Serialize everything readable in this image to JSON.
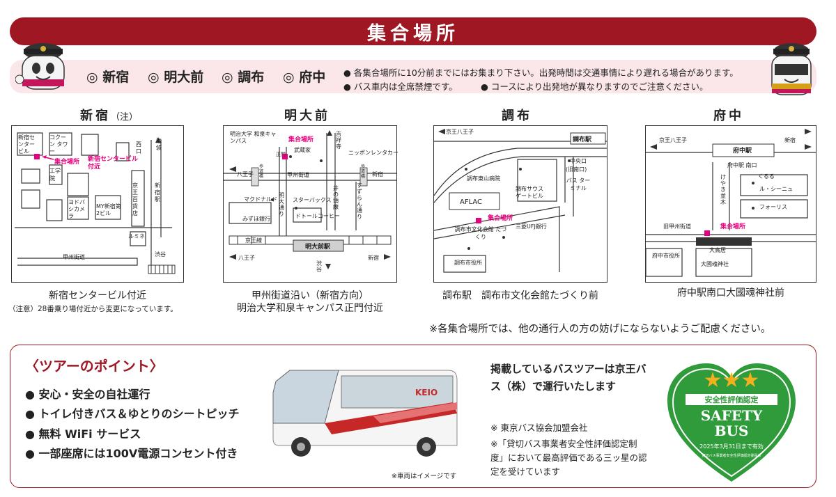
{
  "header": {
    "title": "集合場所"
  },
  "locations": [
    "◎ 新宿",
    "◎ 明大前",
    "◎ 調布",
    "◎ 府中"
  ],
  "notices": [
    "● 各集合場所に10分前までにはお集まり下さい。出発時間は交通事情により遅れる場合があります。",
    "● バス車内は全席禁煙です。",
    "● コースにより出発地が異なりますのでご注意ください。"
  ],
  "maps": {
    "shinjuku": {
      "title": "新宿",
      "title_note": "（注）",
      "labels": {
        "center": "新宿センタービル",
        "cocoon": "コクーン タワー",
        "meeting": "集合場所",
        "meeting_ref": "新宿センタービル付近",
        "kogakuin": "工学院",
        "yodobashi": "ヨドバシカメラ",
        "my": "MY新宿第2ビル",
        "keio_dept": "京王百貨店",
        "nishiguchi": "西口",
        "shinjuku_sta": "新宿駅",
        "lumine": "ルミネ",
        "ikebukuro": "池袋",
        "shibuya": "渋谷",
        "koshu": "甲州街道"
      },
      "caption": "新宿センタービル付近",
      "subcaption": "（注意）28番乗り場付近から変更になっています。"
    },
    "meidaimae": {
      "title": "明大前",
      "labels": {
        "univ": "明治大学 和泉キャンパス",
        "meeting": "集合場所",
        "gate": "正門",
        "bukuya": "武蔵家",
        "kichijoji": "吉祥寺",
        "nippon": "ニッポンレンタカー",
        "hachioji": "八王子",
        "hodokyo": "歩道橋",
        "koshu": "甲州街道",
        "mac": "マクドナルド",
        "meidai_dori": "明大通り",
        "starbucks": "スターバックス",
        "inokashira": "井の頭線",
        "suzuran": "すずらん通り",
        "mizuho": "みずほ銀行",
        "doutor": "ドトールコーヒー",
        "keio_line": "京王線",
        "station": "明大前駅",
        "shibuya": "渋谷",
        "shinjuku": "新宿"
      },
      "caption": "甲州街道沿い（新宿方向）",
      "subcaption": "明治大学和泉キャンパス正門付近"
    },
    "chofu": {
      "title": "調布",
      "labels": {
        "keio_hachioji": "京王八王子",
        "station": "調布駅",
        "chuo": "中央口",
        "chuo2": "(旧南口)",
        "higashiyama": "調布東山病院",
        "south": "調布サウス",
        "gate": "ゲートビル",
        "terminal": "バス ターミナル",
        "aflac": "AFLAC",
        "meeting": "集合場所",
        "tazukuri": "調布市文化会館 たづくり",
        "ufj": "三菱UFJ銀行",
        "cityhall": "調布市役所"
      },
      "caption": "調布駅　調布市文化会館たづくり前"
    },
    "fuchu": {
      "title": "府中",
      "labels": {
        "keio_hachioji": "京王八王子",
        "shinjuku": "新宿",
        "station": "府中駅",
        "south": "府中駅 南口",
        "kururu": "くるる",
        "sinenu": "ル・シーニュ",
        "forus": "フォーリス",
        "keyaki": "けやき並木",
        "koshu": "旧甲州街道",
        "meeting": "集合場所",
        "cityhall": "府中市役所",
        "torii": "大鳥居",
        "shrine": "大國魂神社"
      },
      "caption": "府中駅南口大國魂神社前"
    }
  },
  "footnote": "※各集合場所では、他の通行人の方の妨げにならないようご配慮ください。",
  "tour": {
    "title": "〈ツアーのポイント〉",
    "points": [
      "● 安心・安全の自社運行",
      "● トイレ付きバス＆ゆとりのシートピッチ",
      "● 無料 WiFi サービス",
      "● 一部座席には100V電源コンセント付き"
    ],
    "bus_caption": "※車両はイメージです",
    "bus_brand": "KEIO",
    "description": "掲載しているバスツアーは京王バス（株）で運行いたします",
    "notes": [
      "※ 東京バス協会加盟会社",
      "※「貸切バス事業者安全性評価認定制度」において最高評価である三ッ星の認定を受けています"
    ]
  },
  "badge": {
    "stars": "★★★",
    "label": "安全性評価認定",
    "main1": "SAFETY",
    "main2": "BUS",
    "valid": "2025年3月31日まで有効",
    "org": "貸切バス事業者安全性評価認定委員会"
  },
  "colors": {
    "brand_red": "#9e1722",
    "pink": "#fbe6ea",
    "magenta": "#e6007e",
    "badge_green": "#2f9b3a"
  }
}
